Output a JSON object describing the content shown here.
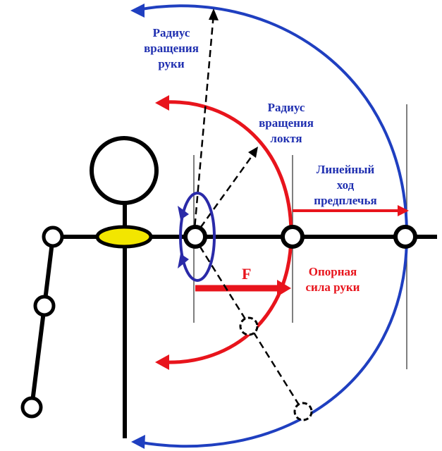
{
  "labels": {
    "arm_radius": [
      "Радиус",
      "вращения",
      "руки"
    ],
    "elbow_radius": [
      "Радиус",
      "вращения",
      "локтя"
    ],
    "linear_travel": [
      "Линейный",
      "ход",
      "предплечья"
    ],
    "force_symbol": "F",
    "support_force": [
      "Опорная",
      "сила руки"
    ]
  },
  "colors": {
    "blue_arc": "#1f3fc0",
    "red_arc": "#e8141c",
    "joint_fill": "#ffffff",
    "torso_ellipse": "#f2e600",
    "rotation_arrow": "#2a2aa8"
  },
  "icons": {
    "rotation": "rotation-arrows-icon"
  }
}
